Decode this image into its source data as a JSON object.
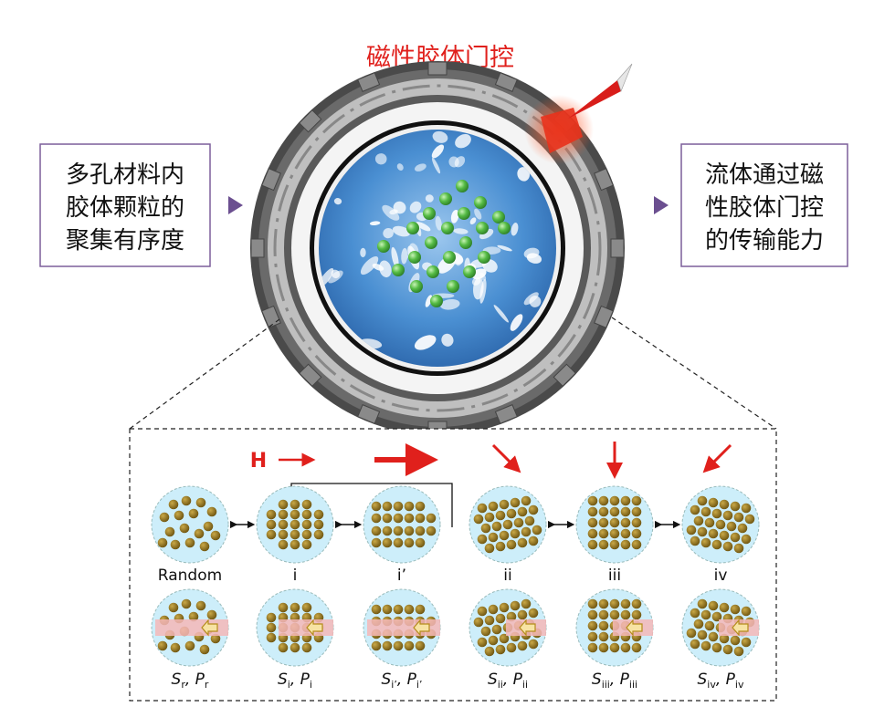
{
  "title": "磁性胶体门控",
  "left_box": {
    "lines": [
      "多孔材料内",
      "胶体颗粒的",
      "聚集有序度"
    ]
  },
  "right_box": {
    "lines": [
      "流体通过磁",
      "性胶体门控",
      "的传输能力"
    ]
  },
  "field_label": "H",
  "states": [
    {
      "label": "Random",
      "sym": "S",
      "sub1": "r",
      "sym2": "P",
      "sub2": "r"
    },
    {
      "label": "i",
      "sym": "S",
      "sub1": "i",
      "sym2": "P",
      "sub2": "i"
    },
    {
      "label": "i’",
      "sym": "S",
      "sub1": "i’",
      "sym2": "P",
      "sub2": "i’"
    },
    {
      "label": "ii",
      "sym": "S",
      "sub1": "ii",
      "sym2": "P",
      "sub2": "ii"
    },
    {
      "label": "iii",
      "sym": "S",
      "sub1": "iii",
      "sym2": "P",
      "sub2": "iii"
    },
    {
      "label": "iv",
      "sym": "S",
      "sub1": "iv",
      "sym2": "P",
      "sub2": "iv"
    }
  ],
  "colors": {
    "accent_red": "#e0201c",
    "box_border": "#7c5f9a",
    "triangle": "#6b4f90",
    "particle": "#8a6d1c",
    "circle_fill": "#cdeefa",
    "green": "#4fb84c"
  }
}
